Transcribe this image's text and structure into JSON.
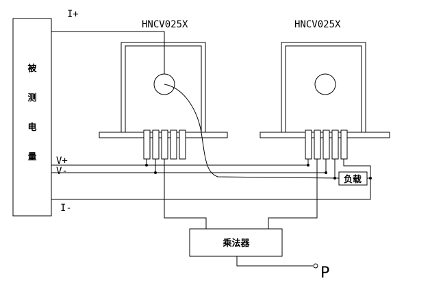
{
  "diagram": {
    "source_label": "被测电量",
    "current_plus_label": "I+",
    "current_minus_label": "I-",
    "voltage_plus_label": "V+",
    "voltage_minus_label": "V-",
    "sensor_left_label": "HNCV025X",
    "sensor_right_label": "HNCV025X",
    "load_label": "负载",
    "multiplier_label": "乘法器",
    "output_label": "P"
  }
}
